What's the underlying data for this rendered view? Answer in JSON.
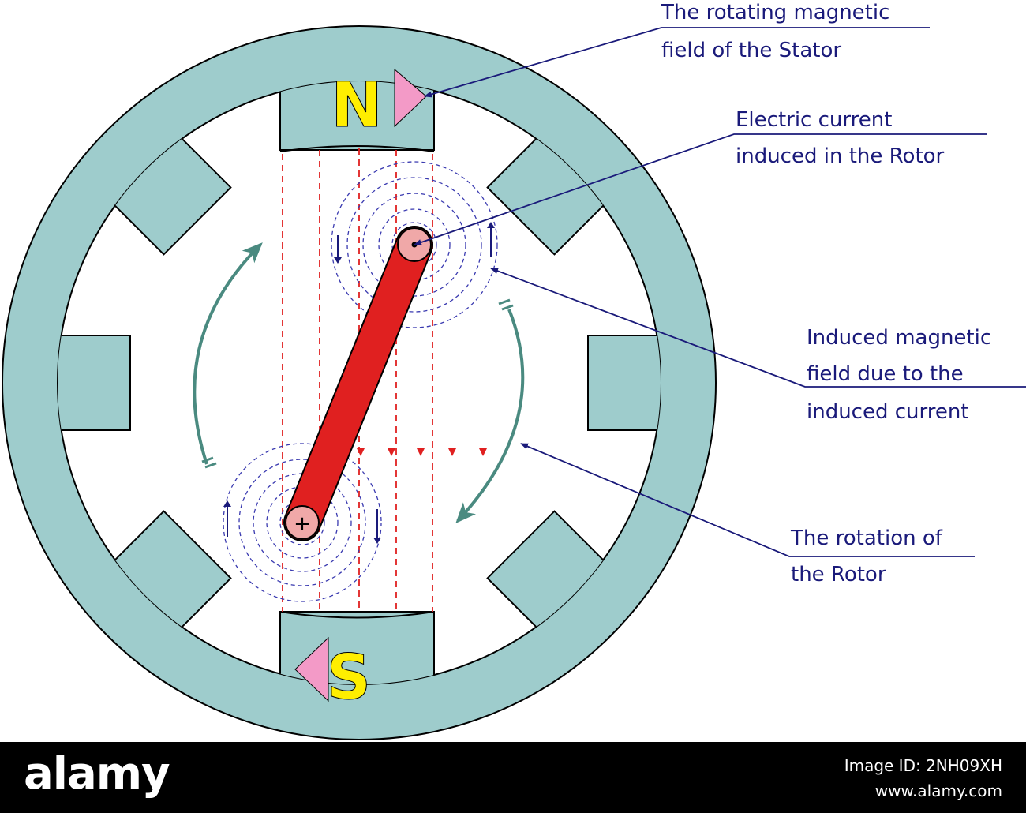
{
  "diagram": {
    "pole_north": "N",
    "pole_south": "S",
    "rotor_symbol_bottom": "+",
    "callouts": {
      "stator_field": [
        "The rotating magnetic",
        "field of the Stator"
      ],
      "rotor_current": [
        "Electric current",
        "induced in the Rotor"
      ],
      "induced_field": [
        "Induced magnetic",
        "field due to the",
        "induced current"
      ],
      "rotation": [
        "The rotation of",
        "the Rotor"
      ]
    },
    "colors": {
      "stator": "#9ecccc",
      "rotor_bar": "#e02020",
      "rotor_ends": "#f0a8a8",
      "pole_letters": "#ffee00",
      "pole_arrows": "#f39ac7",
      "field_lines": "#e02020",
      "induced_field_lines": "#3a3ab0",
      "rotation_arrows": "#4a8a80",
      "callout_text": "#1a1a7a"
    }
  },
  "footer": {
    "brand": "alamy",
    "image_id": "Image ID: 2NH09XH",
    "site": "www.alamy.com"
  }
}
